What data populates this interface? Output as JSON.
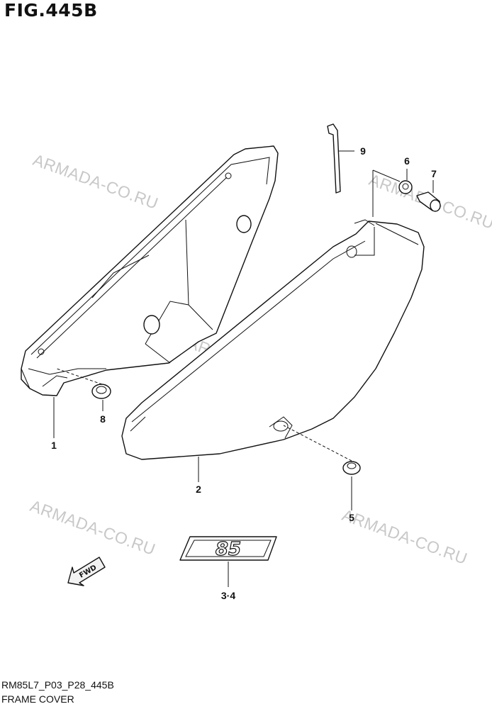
{
  "figure": {
    "title": "FIG.445B",
    "code": "RM85L7_P03_P28_445B",
    "name": "FRAME COVER"
  },
  "watermark": "ARMADA-CO.RU",
  "callouts": {
    "c1": "1",
    "c2": "2",
    "c34": "3·4",
    "c5": "5",
    "c6": "6",
    "c7": "7",
    "c8": "8",
    "c9": "9"
  },
  "labels": {
    "fwd": "FWD",
    "decal": "85"
  }
}
